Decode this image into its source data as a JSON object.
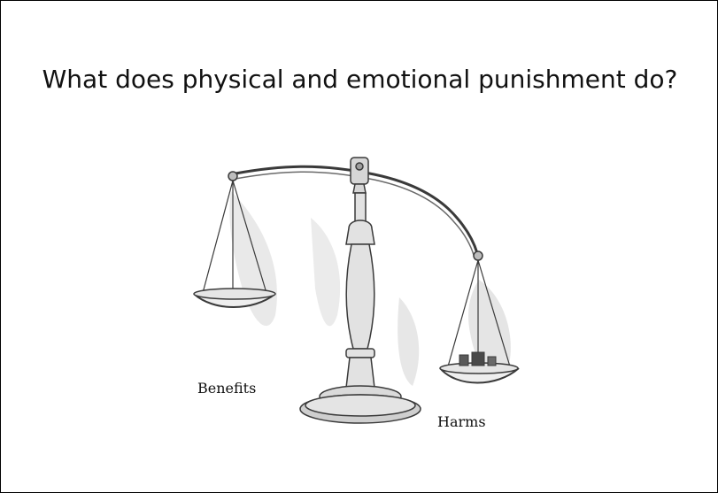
{
  "slide": {
    "title": "What does physical and emotional punishment do?",
    "labels": {
      "benefits": "Benefits",
      "harms": "Harms"
    }
  },
  "colors": {
    "background": "#ffffff",
    "border": "#000000",
    "ink": "#2b2b2b",
    "wash": "#c9c9c9"
  },
  "illustration": {
    "subject": "balance-scale-icon",
    "tilt": "left pan raised, right pan lowered"
  }
}
